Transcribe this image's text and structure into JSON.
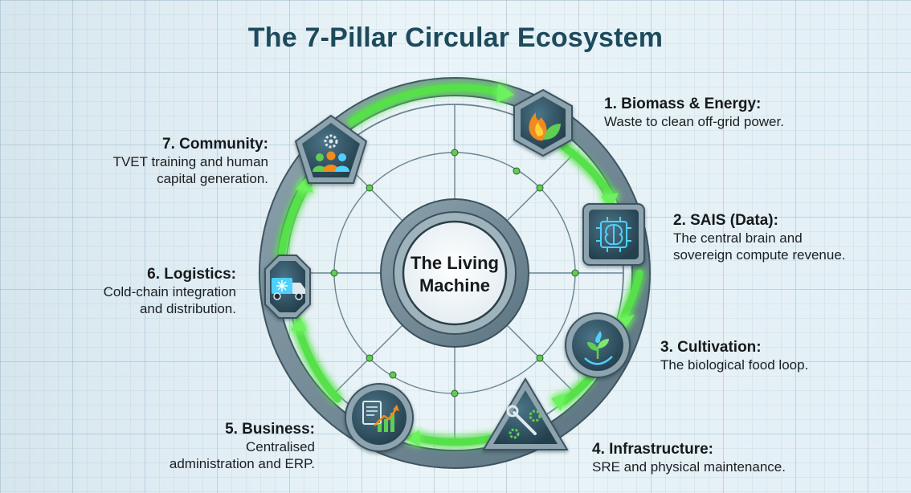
{
  "title": "The 7-Pillar Circular Ecosystem",
  "center": {
    "line1": "The Living",
    "line2": "Machine"
  },
  "pillars": [
    {
      "number": 1,
      "heading": "1. Biomass & Energy:",
      "description": "Waste to clean off-grid power.",
      "icon": "flame-leaf-icon"
    },
    {
      "number": 2,
      "heading": "2. SAIS (Data):",
      "description": "The central brain and\nsovereign compute revenue.",
      "icon": "brain-chip-icon"
    },
    {
      "number": 3,
      "heading": "3. Cultivation:",
      "description": "The biological food loop.",
      "icon": "water-sprout-icon"
    },
    {
      "number": 4,
      "heading": "4. Infrastructure:",
      "description": "SRE and physical maintenance.",
      "icon": "wrench-gear-icon"
    },
    {
      "number": 5,
      "heading": "5. Business:",
      "description": "Centralised\nadministration and ERP.",
      "icon": "growth-chart-icon"
    },
    {
      "number": 6,
      "heading": "6. Logistics:",
      "description": "Cold-chain integration\nand distribution.",
      "icon": "refrigerated-truck-icon"
    },
    {
      "number": 7,
      "heading": "7. Community:",
      "description": "TVET training and human\ncapital generation.",
      "icon": "people-gear-icon"
    }
  ],
  "colors": {
    "title": "#1d4a5c",
    "ring": "#6f8794",
    "flow_arrow": "#57e04a",
    "glow": "#7dff6a",
    "node_fill": "#2f5466",
    "accent_orange": "#f28a1e",
    "accent_cyan": "#4fd1ff"
  }
}
